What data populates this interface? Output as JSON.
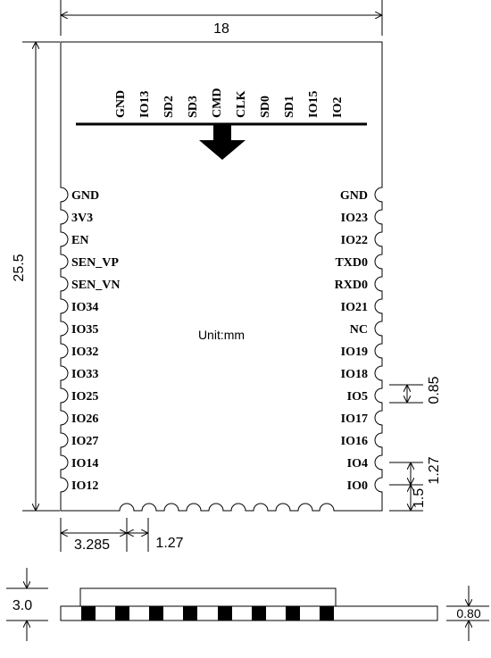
{
  "dimensions": {
    "width": "18",
    "height": "25.5",
    "pad_offset": "3.285",
    "pad_pitch": "1.27",
    "pad_spacing": "0.85",
    "side_pitch": "1.27",
    "edge_offset": "1.5",
    "module_height": "3.0",
    "pcb_thickness": "0.80"
  },
  "unit_label": "Unit:mm",
  "top_pins": [
    "GND",
    "IO13",
    "SD2",
    "SD3",
    "CMD",
    "CLK",
    "SD0",
    "SD1",
    "IO15",
    "IO2"
  ],
  "left_pins": [
    "GND",
    "3V3",
    "EN",
    "SEN_VP",
    "SEN_VN",
    "IO34",
    "IO35",
    "IO32",
    "IO33",
    "IO25",
    "IO26",
    "IO27",
    "IO14",
    "IO12"
  ],
  "right_pins": [
    "GND",
    "IO23",
    "IO22",
    "TXD0",
    "RXD0",
    "IO21",
    "NC",
    "IO19",
    "IO18",
    "IO5",
    "IO17",
    "IO16",
    "IO4",
    "IO0"
  ]
}
